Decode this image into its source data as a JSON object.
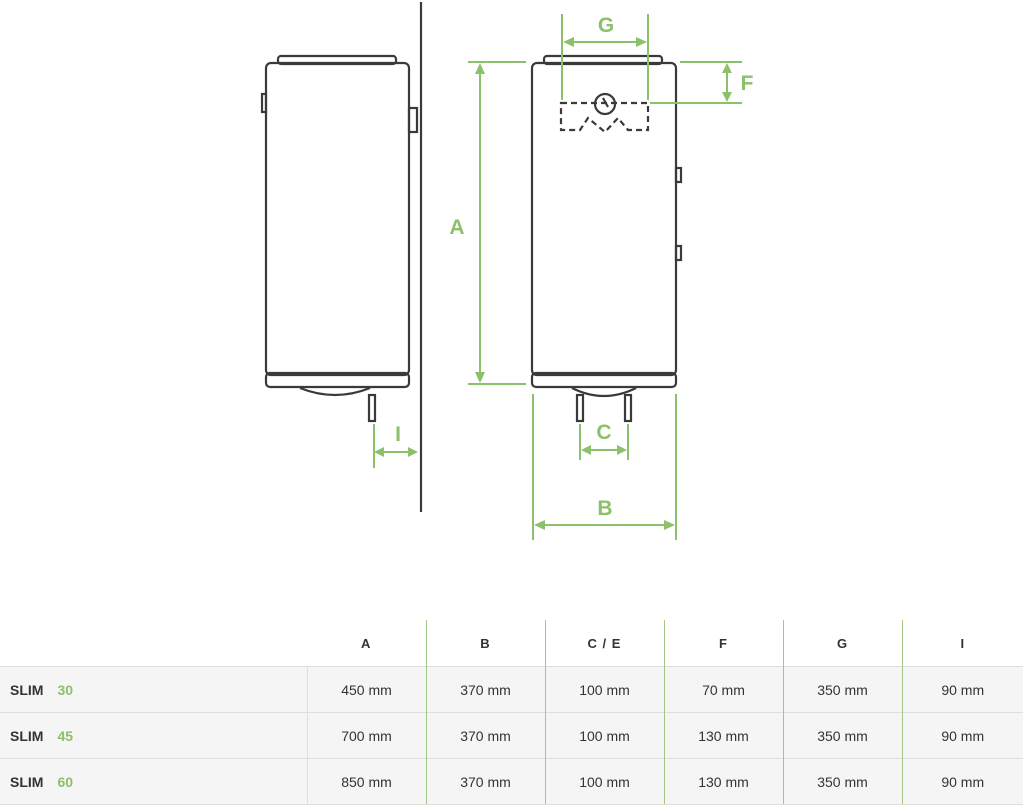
{
  "dimension_labels": {
    "A": "A",
    "B": "B",
    "C": "C",
    "F": "F",
    "G": "G",
    "I": "I"
  },
  "table": {
    "headers": [
      "A",
      "B",
      "C / E",
      "F",
      "G",
      "I"
    ],
    "rows": [
      {
        "name": "SLIM",
        "size": "30",
        "values": [
          "450 mm",
          "370 mm",
          "100 mm",
          "70 mm",
          "350 mm",
          "90 mm"
        ]
      },
      {
        "name": "SLIM",
        "size": "45",
        "values": [
          "700 mm",
          "370 mm",
          "100 mm",
          "130 mm",
          "350 mm",
          "90 mm"
        ]
      },
      {
        "name": "SLIM",
        "size": "60",
        "values": [
          "850 mm",
          "370 mm",
          "100 mm",
          "130 mm",
          "350 mm",
          "90 mm"
        ]
      }
    ]
  },
  "colors": {
    "accent": "#8cc06a",
    "outline": "#3a3a3a",
    "row_bg": "#f5f5f5"
  }
}
